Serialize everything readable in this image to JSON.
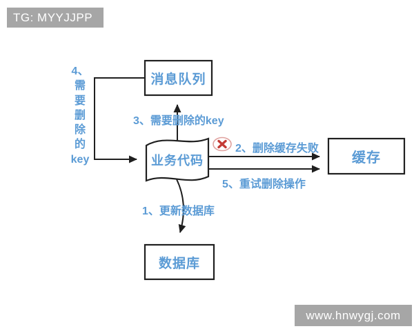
{
  "watermarks": {
    "top_left": "TG: MYYJJPP",
    "bottom_right": "www.hnwygj.com"
  },
  "colors": {
    "label_blue": "#5b9bd5",
    "line_black": "#1f1f1f",
    "banner_gray": "#a6a6a6",
    "error_red": "#c43b35",
    "error_ring_pink": "#dfa09d",
    "background": "#ffffff"
  },
  "diagram": {
    "nodes": {
      "message_queue": {
        "label": "消息队列",
        "shape": "rectangle"
      },
      "business_code": {
        "label": "业务代码",
        "shape": "wavy-document"
      },
      "cache": {
        "label": "缓存",
        "shape": "rectangle"
      },
      "database": {
        "label": "数据库",
        "shape": "rectangle"
      }
    },
    "edges": {
      "step1": {
        "label": "1、更新数据库",
        "from": "business_code",
        "to": "database"
      },
      "step2": {
        "label": "2、删除缓存失败",
        "from": "business_code",
        "to": "cache",
        "icon": "red-circle-x-error"
      },
      "step3": {
        "label": "3、需要删除的key",
        "from": "business_code",
        "to": "message_queue"
      },
      "step4": {
        "label": "4、\n需\n要\n删\n除\n的\nkey",
        "from": "message_queue",
        "to": "business_code"
      },
      "step5": {
        "label": "5、重试删除操作",
        "from": "business_code",
        "to": "cache"
      }
    }
  }
}
